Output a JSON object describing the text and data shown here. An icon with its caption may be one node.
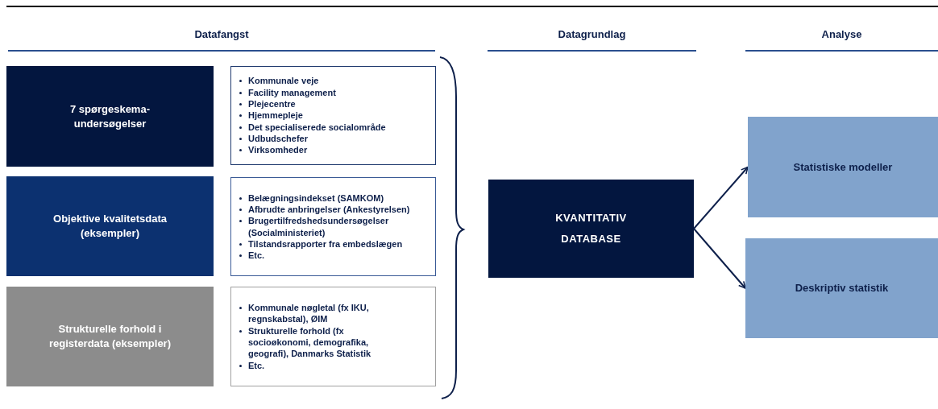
{
  "diagram": {
    "nodes": [
      {
        "text": [
          "7 spørgeskema-undersøgelser"
        ]
      },
      {
        "text": [
          "Kommunale veje",
          "Facility management",
          "Plejecentre",
          "Hjemmepleje",
          "Det specialiserede socialområde",
          "Udbudschefer",
          "Virksomheder"
        ]
      },
      {
        "text": [
          "Objektive kvalitetsdata (eksempler)"
        ]
      },
      {
        "text": [
          "Belægningsindekset (SAMKOM)",
          "Afbrudte anbringelser (Ankestyrelsen)",
          "Brugertilfredshedsundersøgelser (Socialministeriet)",
          "Tilstandsrapporter fra embedslægen",
          "Etc."
        ]
      },
      {
        "text": [
          "Strukturelle forhold i registerdata (eksempler)"
        ]
      },
      {
        "text": [
          "Kommunale nøgletal (fx IKU, regnskabstal), ØIM",
          "Strukturelle forhold (fx socioøkonomi, demografika, geografi), Danmarks Statistik",
          "Etc."
        ]
      },
      {
        "text": [
          "KVANTITATIV DATABASE"
        ]
      },
      {
        "text": [
          "Statistiske modeller"
        ]
      },
      {
        "text": [
          "Deskriptiv statistik"
        ]
      }
    ],
    "edges": [
      {
        "from": 6,
        "to": 7,
        "arrow": "to"
      },
      {
        "from": 6,
        "to": 8,
        "arrow": "to"
      }
    ],
    "labels": [
      "Datafangst",
      "Datagrundlag",
      "Analyse"
    ]
  }
}
